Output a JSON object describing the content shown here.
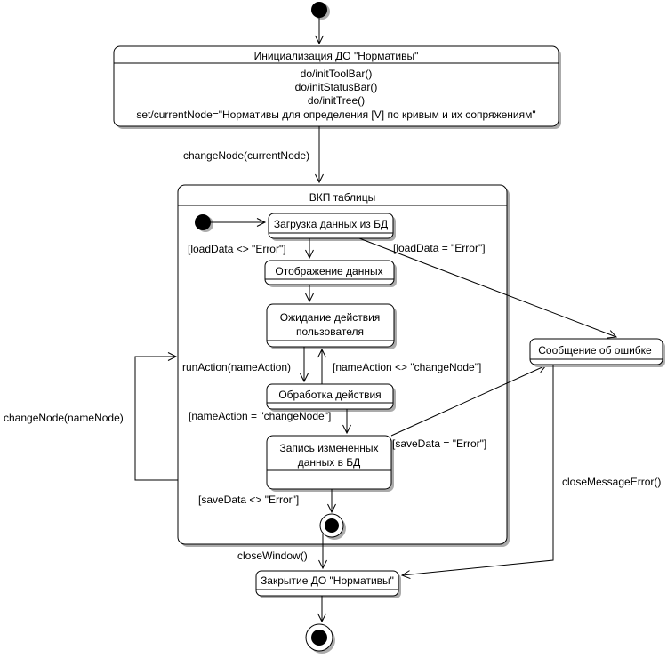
{
  "diagram_type": "uml-statechart",
  "states": {
    "init": {
      "title": "Инициализация ДО \"Нормативы\"",
      "actions": [
        "do/initToolBar()",
        "do/initStatusBar()",
        "do/initTree()",
        "set/currentNode=\"Нормативы для определения [V] по кривым и их сопряжениям\""
      ]
    },
    "vkp": {
      "title": "ВКП таблицы"
    },
    "load": {
      "title": "Загрузка данных из БД"
    },
    "display": {
      "title": "Отображение данных"
    },
    "wait": {
      "lines": [
        "Ожидание действия",
        "пользователя"
      ]
    },
    "process": {
      "title": "Обработка действия"
    },
    "save": {
      "lines": [
        "Запись измененных",
        "данных в БД"
      ]
    },
    "error": {
      "title": "Сообщение об ошибке"
    },
    "close": {
      "title": "Закрытие ДО \"Нормативы\""
    }
  },
  "transitions": {
    "change_node_current": "changeNode(currentNode)",
    "load_ok": "[loadData <> \"Error\"]",
    "load_error": "[loadData = \"Error\"]",
    "run_action": "runAction(nameAction)",
    "name_action_ne": "[nameAction <> \"changeNode\"]",
    "name_action_eq": "[nameAction = \"changeNode\"]",
    "save_error": "[saveData = \"Error\"]",
    "save_ok": "[saveData <> \"Error\"]",
    "change_node_name": "changeNode(nameNode)",
    "close_window": "closeWindow()",
    "close_message_error": "closeMessageError()"
  },
  "colors": {
    "stroke": "#000000",
    "fill": "#ffffff",
    "shadow": "#ababab",
    "background": "#ffffff"
  }
}
